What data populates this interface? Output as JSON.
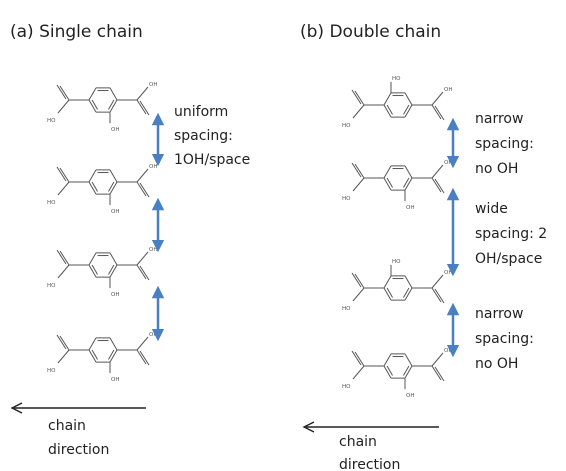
{
  "panels": [
    {
      "title": "(a) Single chain",
      "annotation": [
        "uniform",
        "spacing:",
        "1OH/space"
      ],
      "direction": [
        "chain",
        "direction"
      ]
    },
    {
      "title": "(b) Double chain",
      "annotations": [
        [
          "narrow",
          "spacing:",
          "no OH"
        ],
        [
          "wide",
          "spacing: 2",
          "OH/space"
        ],
        [
          "narrow",
          "spacing:",
          "no OH"
        ]
      ],
      "direction": [
        "chain",
        "direction"
      ]
    }
  ],
  "atom_labels": {
    "oh": "OH",
    "ho": "HO"
  },
  "colors": {
    "arrow": "#4a7fc1",
    "text": "#222222",
    "bond": "#555555"
  }
}
